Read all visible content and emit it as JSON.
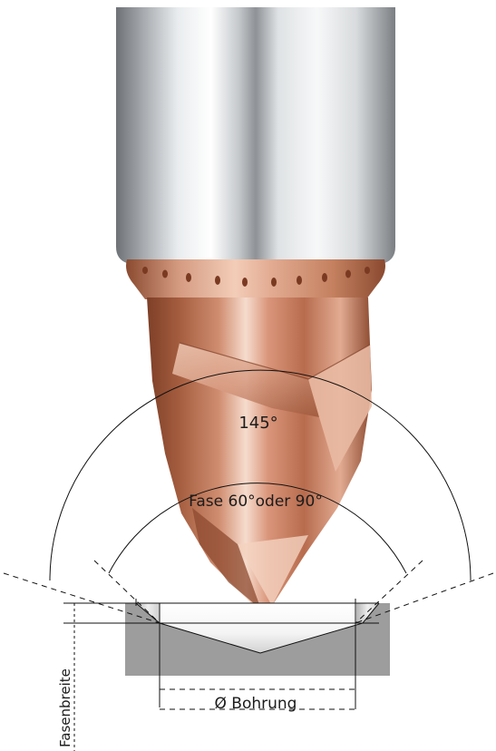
{
  "labels": {
    "tip_angle": "145°",
    "chamfer_angle": "Fase 60°oder 90°",
    "bore_diameter": "Ø Bohrung",
    "chamfer_width": "Fasenbreite"
  },
  "colors": {
    "shank_dark": "#6e7276",
    "shank_light": "#f4f6f7",
    "copper_dark": "#8a4a30",
    "copper_mid": "#c7866b",
    "copper_light": "#f6dccd",
    "workpiece": "#9d9d9d",
    "lines": "#111111"
  },
  "icons": {
    "tool": "countersink-drill-bit-illustration",
    "workpiece": "workpiece-section-block"
  }
}
